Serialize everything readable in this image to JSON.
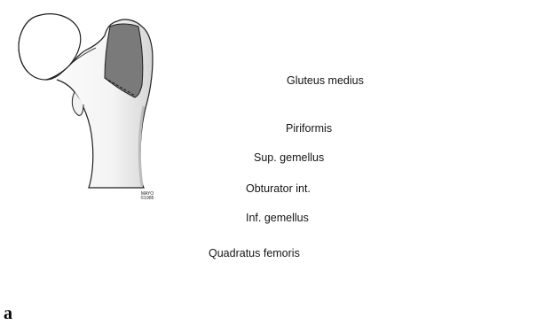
{
  "labels": [
    "Gluteus medius",
    "Piriformis",
    "Sup. gemellus",
    "Obturator int.",
    "Inf. gemellus",
    "Quadratus femoris"
  ],
  "signature": {
    "line1": "MAYO",
    "line2": "©1985"
  },
  "panel_letter": "a",
  "colors": {
    "ink": "#1e1e1e",
    "footprint_fill": "#7a7a7a",
    "shadow": "#c8c8c8",
    "muscle": "#2a2a2a"
  }
}
